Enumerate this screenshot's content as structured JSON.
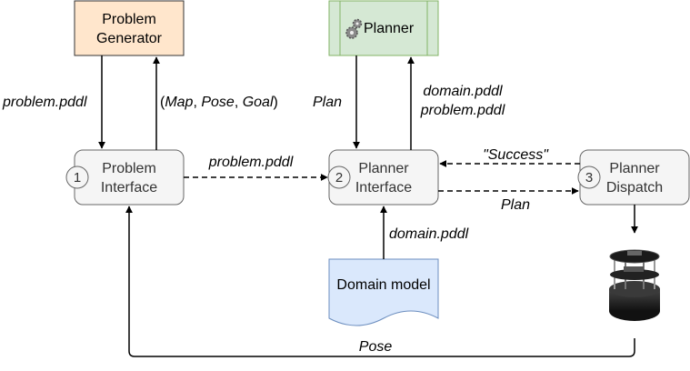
{
  "nodes": {
    "problem_generator": {
      "line1": "Problem",
      "line2": "Generator",
      "fill": "#ffe6cc",
      "stroke": "#333333"
    },
    "planner": {
      "label": "Planner",
      "icon": "gears-icon",
      "fill": "#d5e8d4",
      "stroke": "#82b366"
    },
    "problem_interface": {
      "number": "1",
      "line1": "Problem",
      "line2": "Interface",
      "fill": "#f5f5f5",
      "stroke": "#666666"
    },
    "planner_interface": {
      "number": "2",
      "line1": "Planner",
      "line2": "Interface",
      "fill": "#f5f5f5",
      "stroke": "#666666"
    },
    "planner_dispatch": {
      "number": "3",
      "line1": "Planner",
      "line2": "Dispatch",
      "fill": "#f5f5f5",
      "stroke": "#666666"
    },
    "domain_model": {
      "label": "Domain model",
      "fill": "#dae8fc",
      "stroke": "#6c8ebf"
    },
    "robot": {
      "icon": "robot-icon"
    }
  },
  "edges": {
    "gen_to_pi": "problem.pddl",
    "pi_to_gen": {
      "open": "(",
      "map": "Map",
      "sep1": ", ",
      "pose": "Pose",
      "sep2": ", ",
      "goal": "Goal",
      "close": ")"
    },
    "pi_to_plani": "problem.pddl",
    "planner_to_plani": "Plan",
    "plani_to_planner_line1": "domain.pddl",
    "plani_to_planner_line2": "problem.pddl",
    "dispatch_to_plani": "\"Success\"",
    "plani_to_dispatch": "Plan",
    "domain_to_plani": "domain.pddl",
    "robot_to_pi": "Pose"
  }
}
